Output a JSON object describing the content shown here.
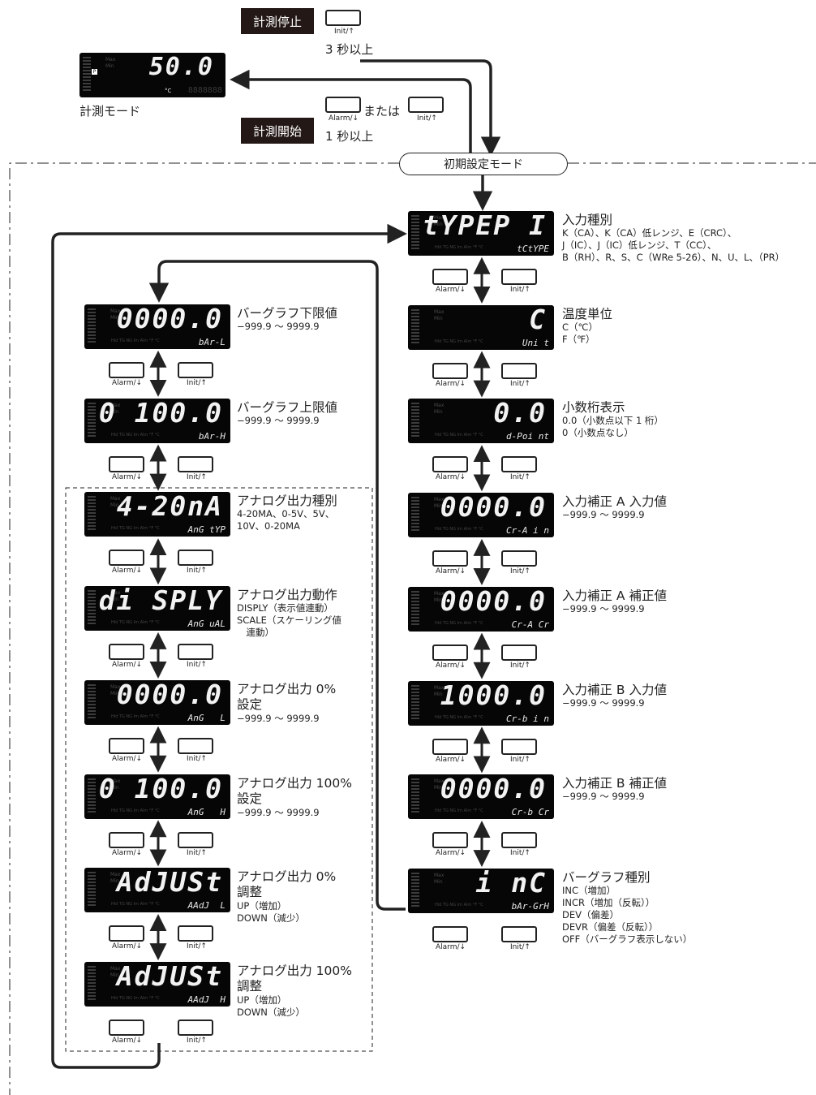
{
  "top": {
    "stop_label": "計測停止",
    "stop_button": "Init/↑",
    "stop_hold": "3 秒以上",
    "measure_display": "50.0",
    "measure_mode": "計測モード",
    "start_label": "計測開始",
    "start_button_a": "Alarm/↓",
    "start_or": "または",
    "start_button_b": "Init/↑",
    "start_hold": "1 秒以上",
    "initial_mode": "初期設定モード"
  },
  "display_annunciators": {
    "max": "Max",
    "min": "Min",
    "flags": "Hld  TG  NG  Im  Alm  °F  °C",
    "unit": "°C",
    "badge": "P"
  },
  "buttons": {
    "down": "Alarm/↓",
    "up": "Init/↑"
  },
  "right_params": [
    {
      "main": "tYPEP I",
      "sub": "tCtYPE",
      "title": "入力種別",
      "desc": [
        "K（CA）、K（CA）低レンジ、E（CRC）、",
        "J（IC）、J（IC）低レンジ、T（CC）、",
        "B（RH）、R、S、C（WRe 5-26）、N、U、L、（PR）"
      ]
    },
    {
      "main": "C",
      "sub": "Uni t",
      "title": "温度単位",
      "desc": [
        "C（℃）",
        "F（℉）"
      ]
    },
    {
      "main": "0.0",
      "sub": "d-Poi nt",
      "title": "小数桁表示",
      "desc": [
        "0.0（小数点以下 1 桁）",
        "0（小数点なし）"
      ]
    },
    {
      "main": "0000.0",
      "sub": "Cr-A i n",
      "title": "入力補正 A 入力値",
      "desc": [
        "−999.9 ～ 9999.9"
      ]
    },
    {
      "main": "0000.0",
      "sub": "Cr-A Cr",
      "title": "入力補正 A 補正値",
      "desc": [
        "−999.9 ～ 9999.9"
      ]
    },
    {
      "main": "1000.0",
      "sub": "Cr-b i n",
      "title": "入力補正 B 入力値",
      "desc": [
        "−999.9 ～ 9999.9"
      ]
    },
    {
      "main": "0000.0",
      "sub": "Cr-b Cr",
      "title": "入力補正 B 補正値",
      "desc": [
        "−999.9 ～ 9999.9"
      ]
    },
    {
      "main": "i nC",
      "sub": "bAr-GrH",
      "title": "バーグラフ種別",
      "desc": [
        "INC（増加）",
        "INCR（増加（反転））",
        "DEV（偏差）",
        "DEVR（偏差（反転））",
        "OFF（バーグラフ表示しない）"
      ]
    }
  ],
  "left_params": [
    {
      "main": "0000.0",
      "sub": "bAr-L",
      "title": "バーグラフ下限値",
      "desc": [
        "−999.9 ～ 9999.9"
      ]
    },
    {
      "main": "0 100.0",
      "sub": "bAr-H",
      "title": "バーグラフ上限値",
      "desc": [
        "−999.9 ～ 9999.9"
      ]
    },
    {
      "main": "4-20nA",
      "sub": "AnG tYP",
      "title": "アナログ出力種別",
      "desc": [
        "4-20MA、0-5V、5V、",
        "10V、0-20MA"
      ]
    },
    {
      "main": "di SPLY",
      "sub": "AnG uAL",
      "title": "アナログ出力動作",
      "desc": [
        "DISPLY（表示値連動）",
        "SCALE（スケーリング値",
        "　連動）"
      ]
    },
    {
      "main": "0000.0",
      "sub": "AnG   L",
      "title": "アナログ出力 0%",
      "title2": "設定",
      "desc": [
        "−999.9 ～ 9999.9"
      ]
    },
    {
      "main": "0 100.0",
      "sub": "AnG   H",
      "title": "アナログ出力 100%",
      "title2": "設定",
      "desc": [
        "−999.9 ～ 9999.9"
      ]
    },
    {
      "main": "AdJUSt",
      "sub": "AAdJ  L",
      "title": "アナログ出力 0%",
      "title2": "調整",
      "desc": [
        "UP（増加）",
        "DOWN（減少）"
      ]
    },
    {
      "main": "AdJUSt",
      "sub": "AAdJ  H",
      "title": "アナログ出力 100%",
      "title2": "調整",
      "desc": [
        "UP（増加）",
        "DOWN（減少）"
      ]
    }
  ]
}
